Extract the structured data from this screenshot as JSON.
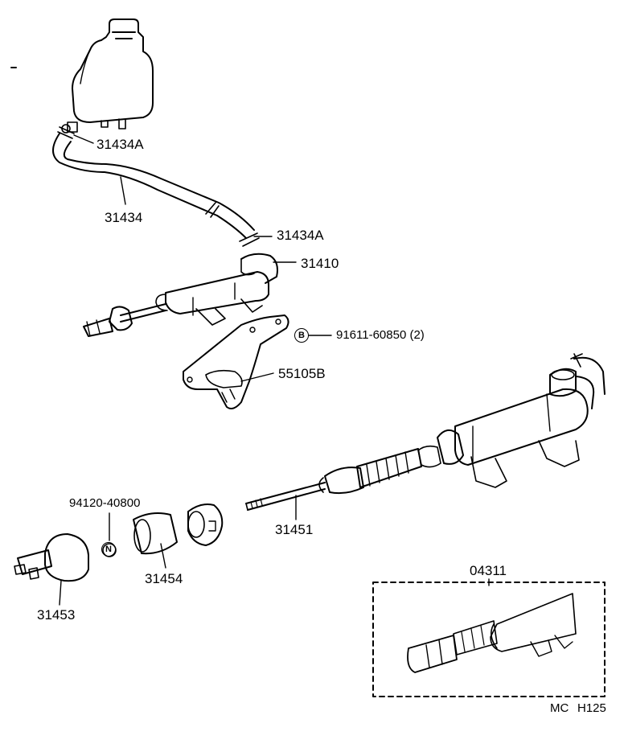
{
  "parts": {
    "clamp_upper": "31434A",
    "hose": "31434",
    "clamp_lower": "31434A",
    "cylinder_assy": "31410",
    "bolt": "91611-60850 (2)",
    "bolt_symbol": "B",
    "bracket": "55105B",
    "push_rod": "31451",
    "nut": "94120-40800",
    "nut_symbol": "N",
    "boot": "31454",
    "yoke": "31453",
    "kit": "04311"
  },
  "footer": {
    "code_left": "MC",
    "code_right": "H125"
  }
}
